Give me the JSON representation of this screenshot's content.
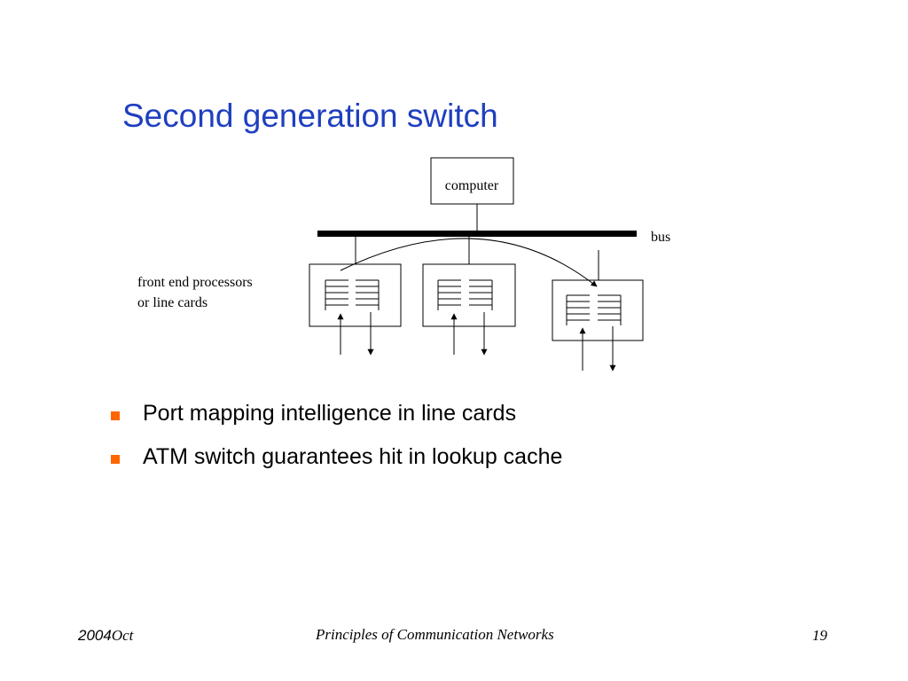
{
  "slide": {
    "title": "Second generation switch",
    "bullet_color": "#ff6600",
    "title_color": "#1f3fbf"
  },
  "diagram": {
    "computer_label": "computer",
    "bus_label": "bus",
    "line_cards_label_line1": "front end processors",
    "line_cards_label_line2": "or line cards"
  },
  "bullets": [
    {
      "text": "Port mapping intelligence in line cards"
    },
    {
      "text": "ATM switch guarantees hit in lookup cache"
    }
  ],
  "footer": {
    "date_year": "2004",
    "date_month": "Oct",
    "course": "Principles of Communication Networks",
    "page": "19"
  }
}
